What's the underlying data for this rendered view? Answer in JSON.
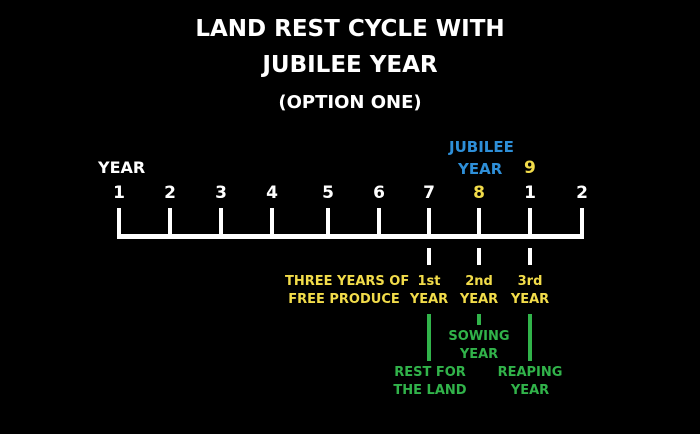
{
  "title_line1": "LAND REST CYCLE WITH",
  "title_line2": "JUBILEE YEAR",
  "subtitle": "(OPTION ONE)",
  "axis_label": "YEAR",
  "years": [
    "1",
    "2",
    "3",
    "4",
    "5",
    "6",
    "7",
    "8",
    "1",
    "2"
  ],
  "jubilee": {
    "word": "JUBILEE",
    "year_word": "YEAR",
    "number": "9"
  },
  "produce_label": {
    "line1": "THREE YEARS OF",
    "line2": "FREE PRODUCE"
  },
  "markers": [
    {
      "line1": "1st",
      "line2": "YEAR"
    },
    {
      "line1": "2nd",
      "line2": "YEAR"
    },
    {
      "line1": "3rd",
      "line2": "YEAR"
    }
  ],
  "phases": {
    "sowing": {
      "line1": "SOWING",
      "line2": "YEAR"
    },
    "rest": {
      "line1": "REST FOR",
      "line2": "THE LAND"
    },
    "reaping": {
      "line1": "REAPING",
      "line2": "YEAR"
    }
  },
  "colors": {
    "background": "#000000",
    "text": "#ffffff",
    "highlight_yellow": "#f2dc4a",
    "jubilee_blue": "#2e8fd8",
    "phase_green": "#31b34a"
  }
}
